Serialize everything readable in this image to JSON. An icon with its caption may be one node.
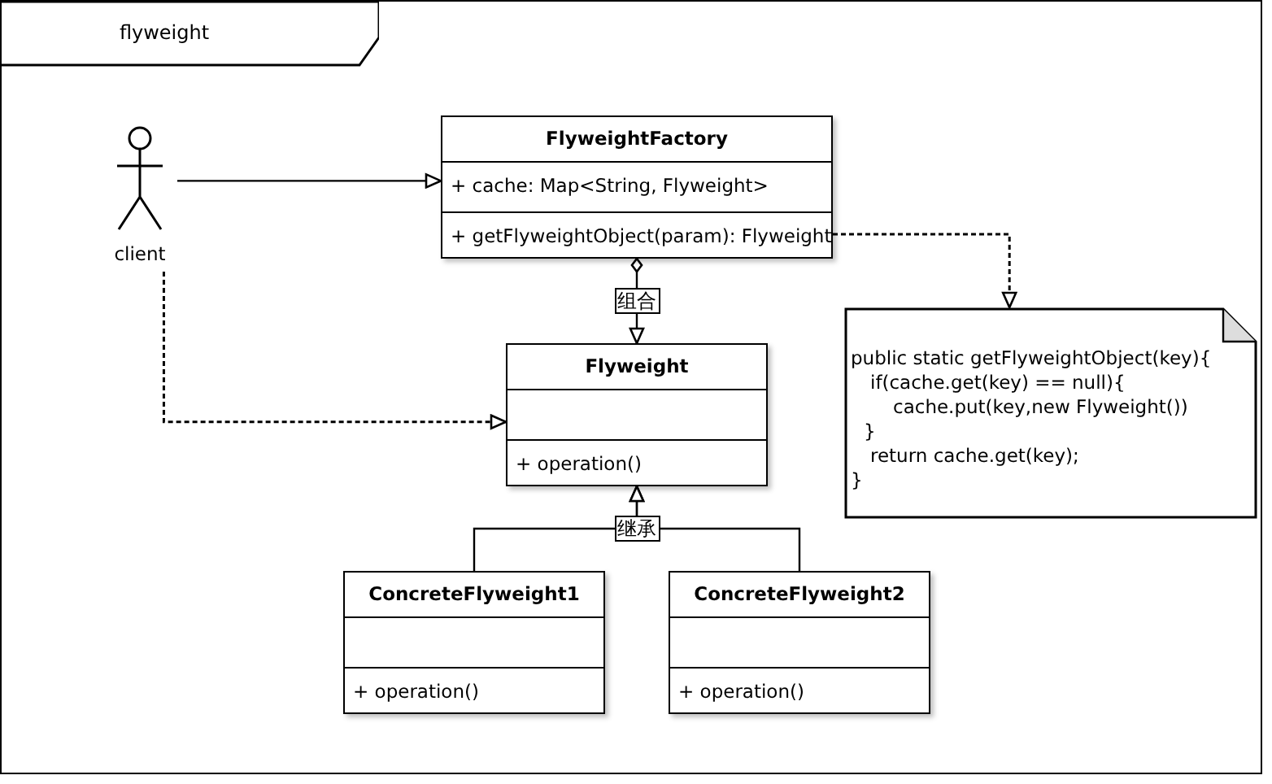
{
  "diagram": {
    "nodes": [
      {
        "text": [
          "flyweight"
        ]
      },
      {
        "text": [
          "client"
        ],
        "in": 0
      },
      {
        "text": [
          "FlyweightFactory",
          "+ cache: Map<String, Flyweight>",
          "+ getFlyweightObject(param): Flyweight"
        ],
        "in": 0
      },
      {
        "text": [
          "Flyweight",
          "+ operation()"
        ],
        "in": 0
      },
      {
        "text": [
          "ConcreteFlyweight1",
          "+ operation()"
        ],
        "in": 0
      },
      {
        "text": [
          "ConcreteFlyweight2",
          "+ operation()"
        ],
        "in": 0
      },
      {
        "text": [
          "public static getFlyweightObject(key){",
          "if(cache.get(key) == null){",
          "cache.put(key,new Flyweight())",
          "}",
          "return cache.get(key);",
          "}"
        ],
        "in": 0
      }
    ],
    "edges": [
      {
        "from": 1,
        "to": 2,
        "arrow": "to"
      },
      {
        "from": 2,
        "to": 3,
        "arrow": "to",
        "label": "组合"
      },
      {
        "from": 1,
        "to": 3,
        "arrow": "to",
        "style": "dashed"
      },
      {
        "from": 4,
        "to": 3,
        "arrow": "to",
        "label": "继承"
      },
      {
        "from": 5,
        "to": 3,
        "arrow": "to"
      },
      {
        "from": 2,
        "to": 6,
        "arrow": "to",
        "style": "dashed"
      }
    ]
  }
}
